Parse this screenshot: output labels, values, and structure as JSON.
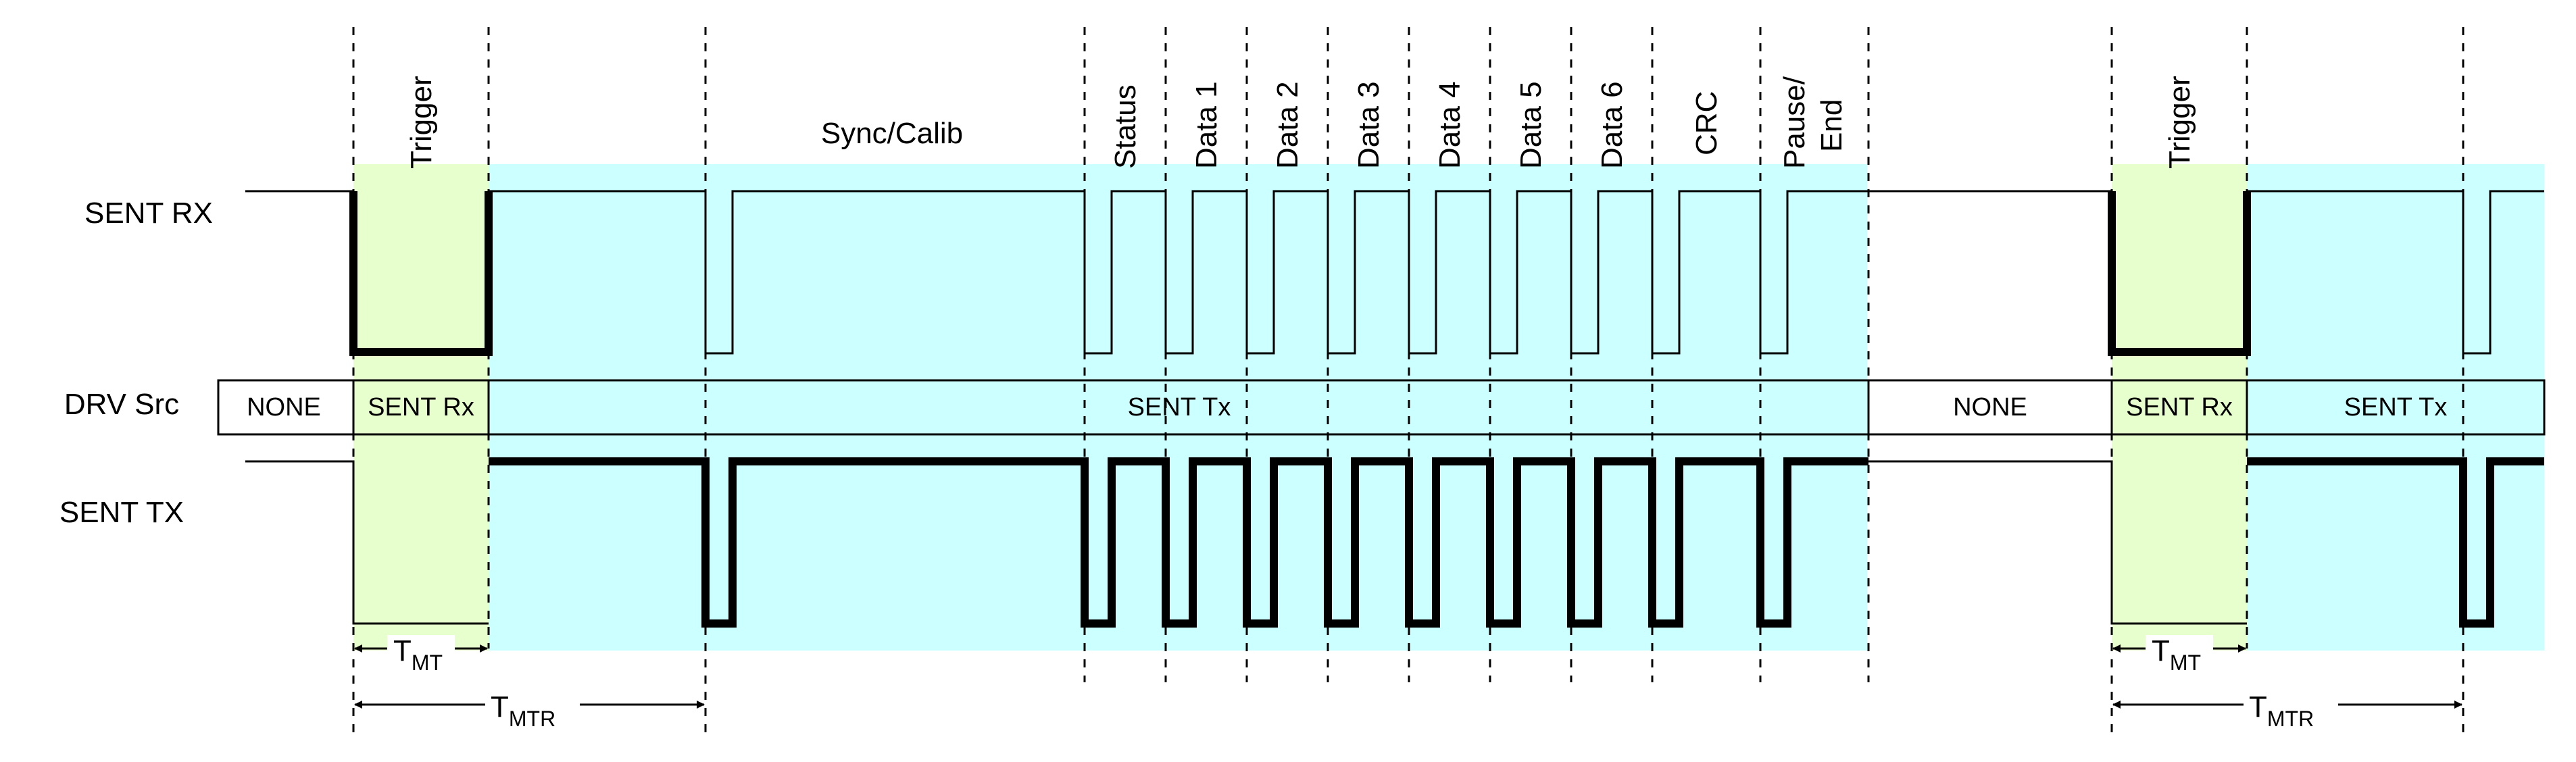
{
  "colors": {
    "trigger_fill": "#E6FFCC",
    "sent_fill": "#CCFFFF",
    "line": "#000000",
    "background": "#FFFFFF"
  },
  "signals": {
    "rx_label": "SENT RX",
    "drv_label": "DRV Src",
    "tx_label": "SENT TX"
  },
  "phases": {
    "trigger_1": "Trigger",
    "sync_calib": "Sync/Calib",
    "status": "Status",
    "data_1": "Data 1",
    "data_2": "Data 2",
    "data_3": "Data 3",
    "data_4": "Data 4",
    "data_5": "Data 5",
    "data_6": "Data 6",
    "crc": "CRC",
    "pause_end_1": "Pause/",
    "pause_end_2": "End",
    "trigger_2": "Trigger"
  },
  "drv": {
    "none_1": "NONE",
    "sent_rx_1": "SENT Rx",
    "sent_tx_1": "SENT Tx",
    "none_2": "NONE",
    "sent_rx_2": "SENT Rx",
    "sent_tx_2": "SENT Tx"
  },
  "timing": {
    "t_base": "T",
    "mt_sub": "MT",
    "mtr_sub": "MTR"
  }
}
